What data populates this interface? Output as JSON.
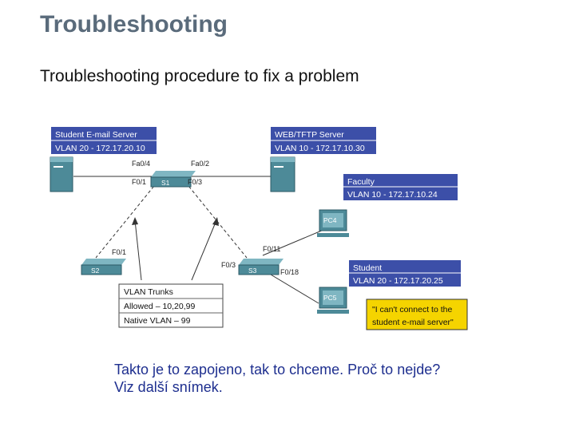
{
  "title": "Troubleshooting",
  "subtitle": "Troubleshooting procedure to fix a problem",
  "caption": {
    "line1": "Takto je to zapojeno, tak to chceme. Proč to nejde?",
    "line2": "Viz další snímek."
  },
  "diagram": {
    "email_server": {
      "name": "Student E-mail Server",
      "vlan": "VLAN 20 - 172.17.20.10"
    },
    "web_server": {
      "name": "WEB/TFTP Server",
      "vlan": "VLAN 10 - 172.17.10.30"
    },
    "faculty": {
      "name": "Faculty",
      "vlan": "VLAN 10 - 172.17.10.24"
    },
    "student": {
      "name": "Student",
      "vlan": "VLAN 20 - 172.17.20.25"
    },
    "trunks": {
      "title": "VLAN Trunks",
      "allowed": "Allowed – 10,20,99",
      "native": "Native VLAN – 99"
    },
    "complaint": {
      "line1": "\"I can't connect to the",
      "line2": "student e-mail server\""
    },
    "devices": {
      "s1": "S1",
      "s2": "S2",
      "s3": "S3",
      "pc4": "PC4",
      "pc5": "PC5"
    },
    "ports": {
      "s1_fa04": "Fa0/4",
      "s1_fa02": "Fa0/2",
      "s1_f01": "F0/1",
      "s1_f03": "F0/3",
      "s2_f01": "F0/1",
      "s3_f03": "F0/3",
      "s3_f011": "F0/11",
      "s3_f018": "F0/18"
    },
    "colors": {
      "label_box": "#3c4fa8",
      "complaint_box": "#f5d400",
      "device": "#4d8a98"
    }
  }
}
